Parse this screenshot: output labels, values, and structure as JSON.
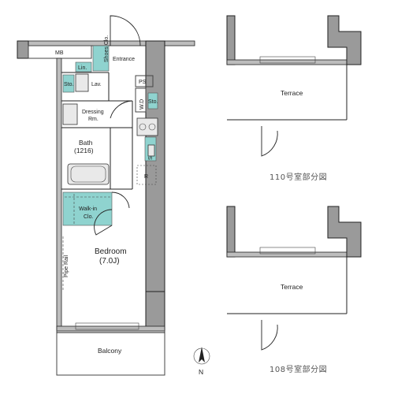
{
  "labels": {
    "mb": "MB",
    "shoes_clo": "Shoes Clo.",
    "entrance": "Entrance",
    "lin": "Lin.",
    "sto_1": "Sto.",
    "lav": "Lav.",
    "ps": "PS",
    "wd": "W.D",
    "sto_2": "Sto.",
    "dressing": "Dressing",
    "dressing_2": "Rm.",
    "bath": "Bath",
    "bath_size": "(1216)",
    "sto_3": "Sto.",
    "r": "R",
    "walk_in": "Walk-in",
    "walk_in_2": "Clo.",
    "bedroom": "Bedroom",
    "bedroom_size": "(7.0J)",
    "pipe_rail": "Pipe Rail",
    "balcony": "Balcony",
    "terrace_110": "Terrace",
    "caption_110": "110号室部分図",
    "terrace_108": "Terrace",
    "caption_108": "108号室部分図",
    "north": "N"
  },
  "colors": {
    "wall": "#9a9a9a",
    "storage": "#8fd3cf"
  }
}
